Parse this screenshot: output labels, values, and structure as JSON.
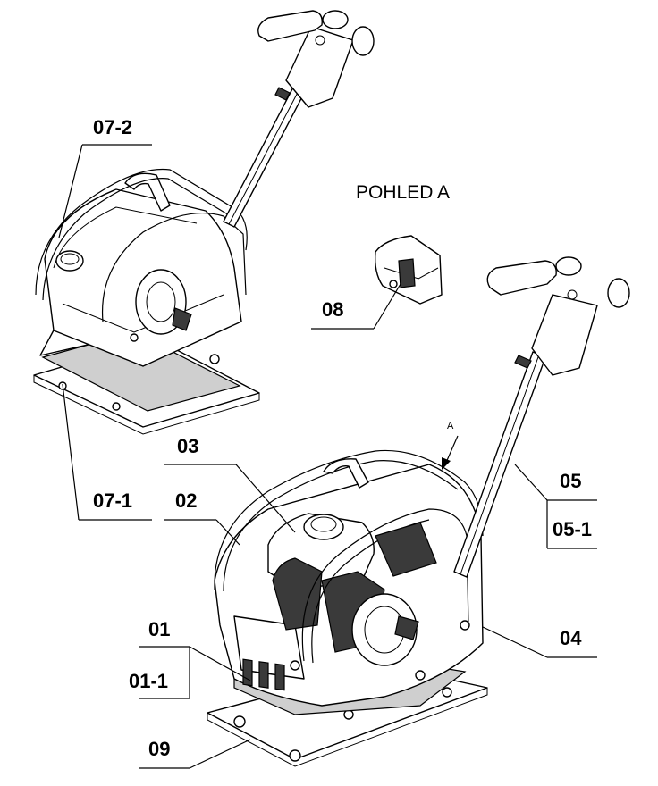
{
  "view_label": "POHLED A",
  "arrow_label": "A",
  "parts": {
    "p07_2": "07-2",
    "p07_1": "07-1",
    "p08": "08",
    "p03": "03",
    "p02": "02",
    "p05": "05",
    "p05_1": "05-1",
    "p04": "04",
    "p01": "01",
    "p01_1": "01-1",
    "p09": "09"
  }
}
